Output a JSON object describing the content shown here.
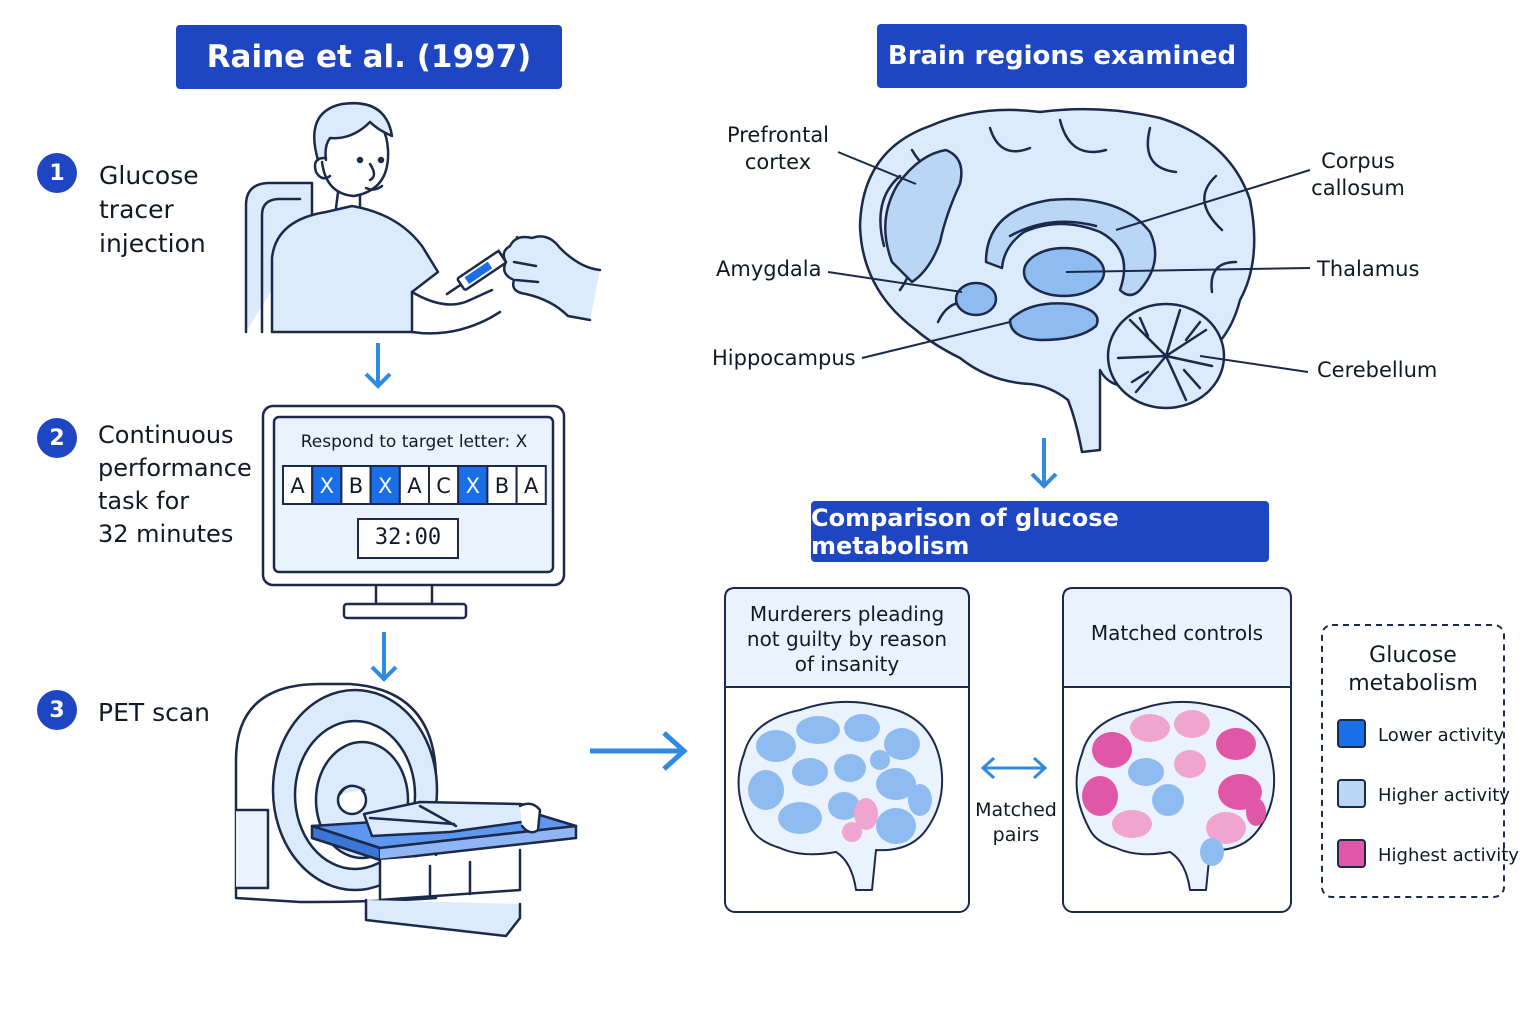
{
  "header_left": "Raine et al. (1997)",
  "header_right": "Brain regions examined",
  "comparison_title": "Comparison of glucose metabolism",
  "steps": [
    {
      "number": "1",
      "lines": [
        "Glucose",
        "tracer",
        "injection"
      ]
    },
    {
      "number": "2",
      "lines": [
        "Continuous",
        "performance",
        "task for",
        "32 minutes"
      ]
    },
    {
      "number": "3",
      "lines": [
        "PET scan"
      ]
    }
  ],
  "task_screen": {
    "instruction": "Respond to target letter: X",
    "letters": [
      "A",
      "X",
      "B",
      "X",
      "A",
      "C",
      "X",
      "B",
      "A"
    ],
    "timer": "32:00"
  },
  "brain_regions": {
    "prefrontal": [
      "Prefrontal",
      "cortex"
    ],
    "corpus_callosum": [
      "Corpus",
      "callosum"
    ],
    "amygdala": "Amygdala",
    "thalamus": "Thalamus",
    "hippocampus": "Hippocampus",
    "cerebellum": "Cerebellum"
  },
  "groups": {
    "murderers": [
      "Murderers pleading",
      "not guilty by reason",
      "of insanity"
    ],
    "controls": "Matched controls",
    "pairing": [
      "Matched",
      "pairs"
    ]
  },
  "legend": {
    "title": [
      "Glucose",
      "metabolism"
    ],
    "items": [
      {
        "label": "Lower activity",
        "color": "#1a6fe8"
      },
      {
        "label": "Higher activity",
        "color": "#b9d6f5"
      },
      {
        "label": "Highest activity",
        "color": "#e157a8"
      }
    ]
  },
  "colors": {
    "accent": "#1f46c2",
    "arrow": "#2f8ae0",
    "light_blue": "#dcebfb",
    "pink": "#e157a8"
  }
}
